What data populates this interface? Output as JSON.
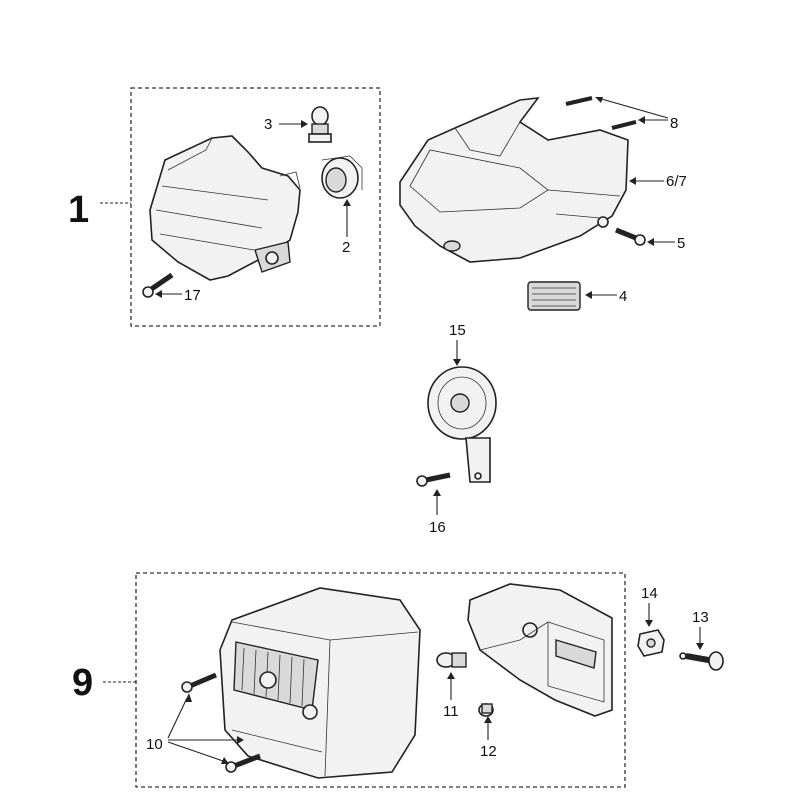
{
  "group_labels": {
    "front_group": "1",
    "rear_group": "9"
  },
  "callouts": {
    "c2": "2",
    "c3": "3",
    "c4": "4",
    "c5": "5",
    "c67": "6/7",
    "c8": "8",
    "c10": "10",
    "c11": "11",
    "c12": "12",
    "c13": "13",
    "c14": "14",
    "c15": "15",
    "c16": "16",
    "c17": "17"
  }
}
